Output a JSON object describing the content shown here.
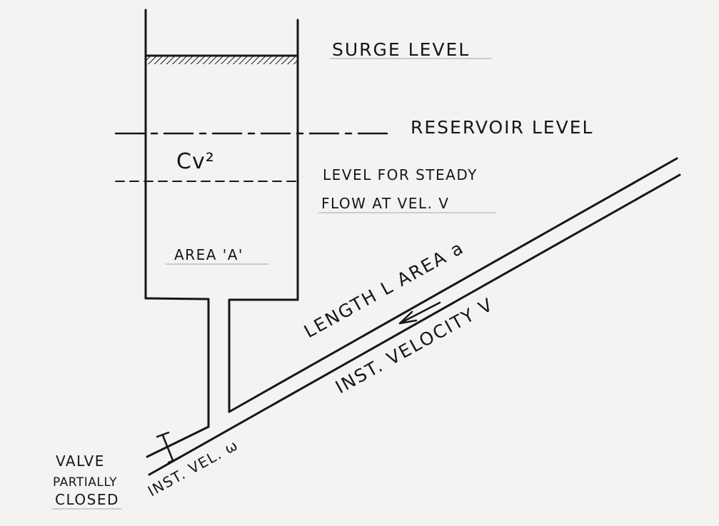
{
  "labels": {
    "surge_level": "SURGE LEVEL",
    "reservoir_level": "RESERVOIR LEVEL",
    "cv2": "Cv²",
    "steady_line1": "LEVEL FOR STEADY",
    "steady_line2": "FLOW AT VEL. V",
    "area_A": "AREA 'A'",
    "length_area": "LENGTH L AREA a",
    "inst_velocity": "INST. VELOCITY V",
    "inst_vel_w": "INST. VEL. ω",
    "valve_line1": "VALVE",
    "valve_line2": "PARTIALLY",
    "valve_line3": "CLOSED"
  }
}
